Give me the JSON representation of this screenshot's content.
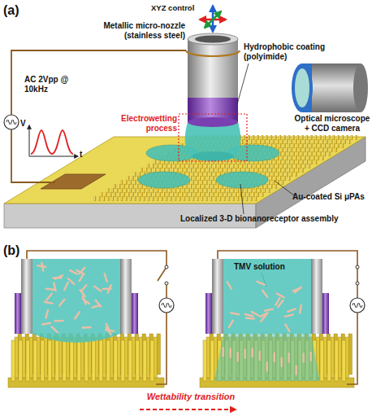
{
  "diagram": {
    "labels": [
      "(a)",
      "XYZ control",
      "Metallic micro-nozzle (stainless steel)",
      "Hydrophobic coating (polyimide)",
      "AC 2Vpp @ 10kHz",
      "V",
      "t",
      "Electrowetting process",
      "Optical microscope + CCD camera",
      "Au-coated Si μPAs",
      "Localized 3-D bionanoreceptor assembly",
      "(b)",
      "TMV solution",
      "Wettability transition"
    ]
  }
}
